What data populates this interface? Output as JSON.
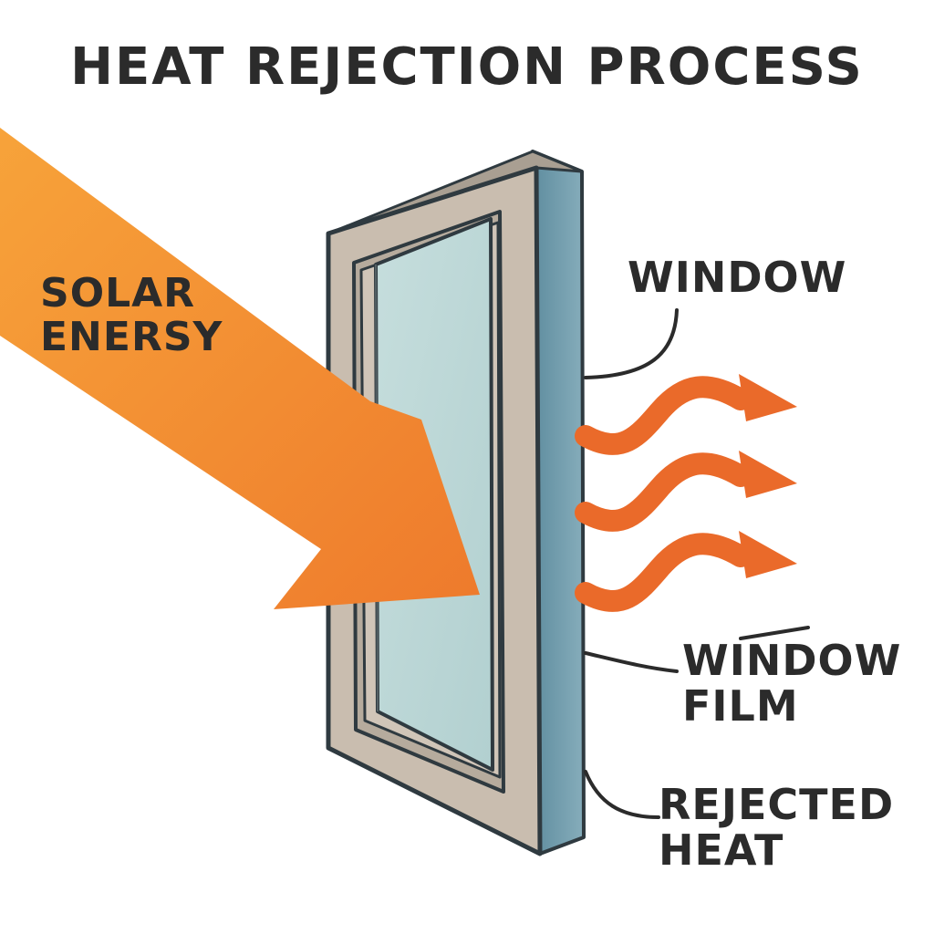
{
  "title": "HEAT REJECTION PROCESS",
  "labels": {
    "solar_energy": [
      "SOLAR",
      "ENERSY"
    ],
    "window": "WINDOW",
    "window_film": [
      "WINDOW",
      "FILM"
    ],
    "rejected_heat": [
      "REJECTED",
      "HEAT"
    ]
  },
  "colors": {
    "solar_arrow": "#f28a2e",
    "heat_arrows": "#ea6a2a",
    "frame": "#c9bdaf",
    "frame_outline": "#3a3a3a",
    "glass": "#bcd7d6",
    "film_edge": "#6f9aaa",
    "text": "#2b2b2b"
  },
  "icons": {
    "incoming": "solar-energy-arrow",
    "outgoing": "rejected-heat-wavy-arrow"
  }
}
